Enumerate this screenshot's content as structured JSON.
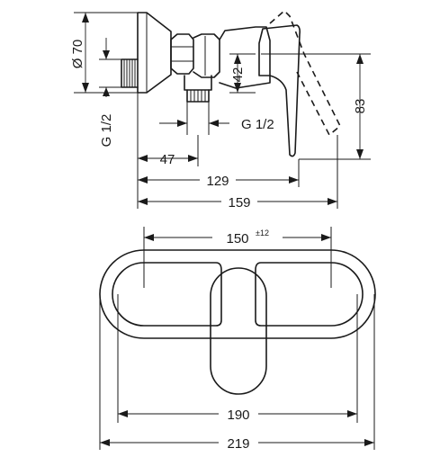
{
  "side_view": {
    "diameter_label": "Ø 70",
    "thread_left_label": "G 1/2",
    "thread_right_label": "G 1/2",
    "height_42_label": "42",
    "height_83_label": "83",
    "width_47_label": "47",
    "width_129_label": "129",
    "width_159_label": "159"
  },
  "top_view": {
    "spacing_label": "150",
    "spacing_tolerance": "±12",
    "width_190_label": "190",
    "width_219_label": "219"
  }
}
